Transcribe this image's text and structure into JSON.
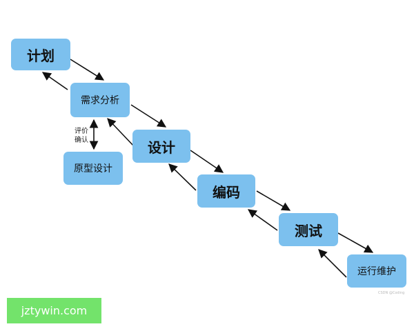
{
  "diagram": {
    "nodes": {
      "plan": "计划",
      "requirements": "需求分析",
      "prototype": "原型设计",
      "design": "设计",
      "coding": "编码",
      "testing": "测试",
      "operations": "运行维护"
    },
    "review_label_line1": "评价",
    "review_label_line2": "确认",
    "small_watermark": "CSDN @Coding"
  },
  "site_badge": {
    "text": "jztywin.com",
    "color": "#73e36b"
  },
  "colors": {
    "node_fill": "#7cc0ee",
    "arrow": "#111111"
  }
}
